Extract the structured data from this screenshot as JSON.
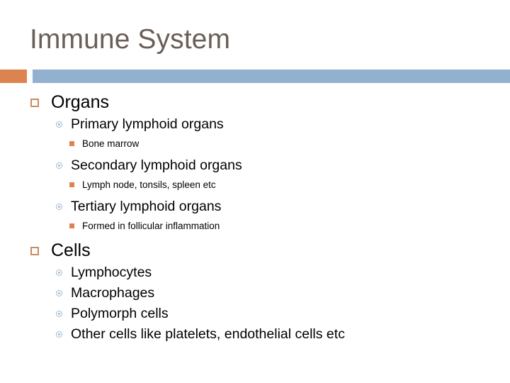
{
  "slide": {
    "title": "Immune System",
    "colors": {
      "accent_orange": "#dd8350",
      "rule_blue": "#92b1ce",
      "title_text": "#6b5e57",
      "body_text": "#000000",
      "level1_bullet": "#cc8a5e",
      "level2_bullet": "#9fb8ce",
      "level3_bullet": "#dd8350",
      "background": "#ffffff"
    },
    "bullets": [
      {
        "level": 1,
        "text": "Organs",
        "marker": "hollow-square-bullet-icon"
      },
      {
        "level": 2,
        "text": "Primary lymphoid organs",
        "marker": "ring-dot-bullet-icon"
      },
      {
        "level": 3,
        "text": "Bone marrow",
        "marker": "filled-square-bullet-icon"
      },
      {
        "level": 2,
        "text": "Secondary lymphoid organs",
        "marker": "ring-dot-bullet-icon"
      },
      {
        "level": 3,
        "text": "Lymph node, tonsils, spleen etc",
        "marker": "filled-square-bullet-icon"
      },
      {
        "level": 2,
        "text": "Tertiary lymphoid organs",
        "marker": "ring-dot-bullet-icon"
      },
      {
        "level": 3,
        "text": "Formed in follicular inflammation",
        "marker": "filled-square-bullet-icon"
      },
      {
        "level": 1,
        "text": "Cells",
        "marker": "hollow-square-bullet-icon"
      },
      {
        "level": 2,
        "text": "Lymphocytes",
        "marker": "ring-dot-bullet-icon"
      },
      {
        "level": 2,
        "text": "Macrophages",
        "marker": "ring-dot-bullet-icon"
      },
      {
        "level": 2,
        "text": "Polymorph cells",
        "marker": "ring-dot-bullet-icon"
      },
      {
        "level": 2,
        "text": "Other cells like platelets, endothelial cells etc",
        "marker": "ring-dot-bullet-icon"
      }
    ]
  }
}
